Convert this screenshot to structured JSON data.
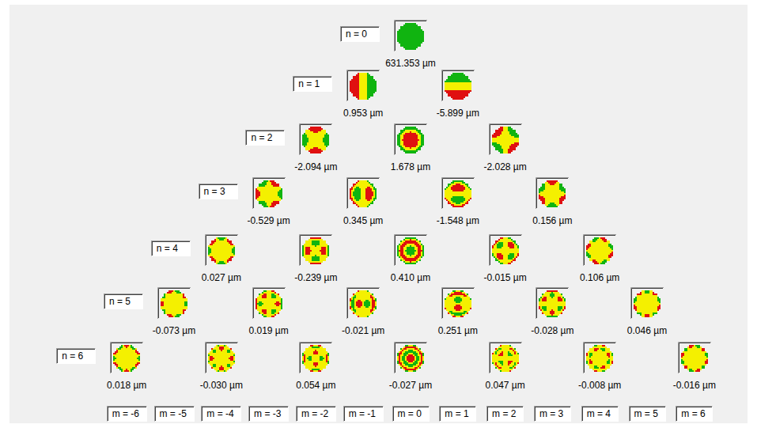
{
  "diagram": {
    "nodes": [
      {
        "text": [
          "n = 0"
        ]
      },
      {
        "text": [
          "631.353 µm"
        ]
      },
      {
        "text": [
          "n = 1"
        ]
      },
      {
        "text": [
          "0.953 µm"
        ]
      },
      {
        "text": [
          "-5.899 µm"
        ]
      },
      {
        "text": [
          "n = 2"
        ]
      },
      {
        "text": [
          "-2.094 µm"
        ]
      },
      {
        "text": [
          "1.678 µm"
        ]
      },
      {
        "text": [
          "-2.028 µm"
        ]
      },
      {
        "text": [
          "n = 3"
        ]
      },
      {
        "text": [
          "-0.529 µm"
        ]
      },
      {
        "text": [
          "0.345 µm"
        ]
      },
      {
        "text": [
          "-1.548 µm"
        ]
      },
      {
        "text": [
          "0.156 µm"
        ]
      },
      {
        "text": [
          "n = 4"
        ]
      },
      {
        "text": [
          "0.027 µm"
        ]
      },
      {
        "text": [
          "-0.239 µm"
        ]
      },
      {
        "text": [
          "0.410 µm"
        ]
      },
      {
        "text": [
          "-0.015 µm"
        ]
      },
      {
        "text": [
          "0.106 µm"
        ]
      },
      {
        "text": [
          "n = 5"
        ]
      },
      {
        "text": [
          "-0.073 µm"
        ]
      },
      {
        "text": [
          "0.019 µm"
        ]
      },
      {
        "text": [
          "-0.021 µm"
        ]
      },
      {
        "text": [
          "0.251 µm"
        ]
      },
      {
        "text": [
          "-0.028 µm"
        ]
      },
      {
        "text": [
          "0.046 µm"
        ]
      },
      {
        "text": [
          "n = 6"
        ]
      },
      {
        "text": [
          "0.018 µm"
        ]
      },
      {
        "text": [
          "-0.030 µm"
        ]
      },
      {
        "text": [
          "0.054 µm"
        ]
      },
      {
        "text": [
          "-0.027 µm"
        ]
      },
      {
        "text": [
          "0.047 µm"
        ]
      },
      {
        "text": [
          "-0.008 µm"
        ]
      },
      {
        "text": [
          "-0.016 µm"
        ]
      },
      {
        "text": [
          "m = -6"
        ]
      },
      {
        "text": [
          "m = -5"
        ]
      },
      {
        "text": [
          "m = -4"
        ]
      },
      {
        "text": [
          "m = -3"
        ]
      },
      {
        "text": [
          "m = -2"
        ]
      },
      {
        "text": [
          "m = -1"
        ]
      },
      {
        "text": [
          "m = 0"
        ]
      },
      {
        "text": [
          "m = 1"
        ]
      },
      {
        "text": [
          "m = 2"
        ]
      },
      {
        "text": [
          "m = 3"
        ]
      },
      {
        "text": [
          "m = 4"
        ]
      },
      {
        "text": [
          "m = 5"
        ]
      },
      {
        "text": [
          "m = 6"
        ]
      }
    ]
  }
}
